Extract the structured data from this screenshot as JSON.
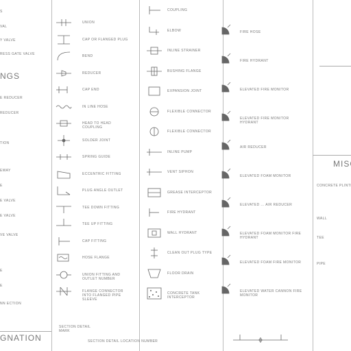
{
  "colors": {
    "line": "#666666",
    "text": "#777777",
    "background": "#ffffff"
  },
  "headings": {
    "fittings": "NGS",
    "misc": "MISC",
    "designation": "GNATION"
  },
  "col0": [
    {
      "label": "S"
    },
    {
      "label": "VAL"
    },
    {
      "label": "Y VALVE"
    },
    {
      "label": "RESS GATE VALVE"
    },
    {
      "label": "E REDUCER"
    },
    {
      "label": "REDUCER"
    },
    {
      "label": "TION"
    },
    {
      "label": "EWAY"
    },
    {
      "label": "E"
    },
    {
      "label": "E VALVE"
    },
    {
      "label": "E VALVE"
    },
    {
      "label": "VE VALVE"
    },
    {
      "label": "E"
    },
    {
      "label": "E"
    },
    {
      "label": "NN ECTION"
    }
  ],
  "col1": [
    {
      "label": "UNION",
      "sym": "union"
    },
    {
      "label": "CAP OR FLANGED PLUG",
      "sym": "cap"
    },
    {
      "label": "BEND",
      "sym": "bend"
    },
    {
      "label": "REDUCER",
      "sym": "reducer"
    },
    {
      "label": "CAP END",
      "sym": "capend"
    },
    {
      "label": "IN LINE HOSE",
      "sym": "hose"
    },
    {
      "label": "HEAD TO HEAD COUPLING",
      "sym": "coupling"
    },
    {
      "label": "SOLDER JOINT",
      "sym": "solder"
    },
    {
      "label": "SPRING GUIDE",
      "sym": "guide"
    },
    {
      "label": "ECCENTRIC FITTING",
      "sym": "eccentric"
    },
    {
      "label": "PLUG ANGLE OUTLET",
      "sym": "angle"
    },
    {
      "label": "TEE DOWN FITTING",
      "sym": "teedown"
    },
    {
      "label": "TEE UP FITTING",
      "sym": "teeup"
    },
    {
      "label": "CAP FITTING",
      "sym": "cap2"
    },
    {
      "label": "HOSE FLANGE",
      "sym": "hoseflange"
    },
    {
      "label": "UNION FITTING AND OUTLET NUMBER",
      "sym": "outlet"
    },
    {
      "label": "FLANGE CONNECTOR INTO FLANGED PIPE SLEEVE",
      "sym": "flangeconn"
    }
  ],
  "col1_footer": "SECTION DETAIL MARK",
  "col1_footer2": "SECTION DETAIL LOCATION NUMBER",
  "col2": [
    {
      "label": "COUPLING",
      "sym": "coupling2"
    },
    {
      "label": "ELBOW",
      "sym": "elbow"
    },
    {
      "label": "INLINE STRAINER",
      "sym": "strainer"
    },
    {
      "label": "BUSHING FLANGE",
      "sym": "bushing"
    },
    {
      "label": "EXPANSION JOINT",
      "sym": "expansion"
    },
    {
      "label": "FLEXIBLE CONNECTOR",
      "sym": "flex"
    },
    {
      "label": "FLEXIBLE CONNECTOR",
      "sym": "flex2"
    },
    {
      "label": "INLINE PUMP",
      "sym": "pump"
    },
    {
      "label": "VENT SIPHON",
      "sym": "vent"
    },
    {
      "label": "GREASE INTERCEPTOR",
      "sym": "grease"
    },
    {
      "label": "FIRE HYDRANT",
      "sym": "hydrant"
    },
    {
      "label": "WALL HYDRANT",
      "sym": "wallhydrant"
    },
    {
      "label": "CLEAN OUT PLUG TYPE",
      "sym": "cleanout"
    },
    {
      "label": "FLOOR DRAIN",
      "sym": "drain"
    },
    {
      "label": "CONCRETE TANK INTERCEPTOR",
      "sym": "tank"
    }
  ],
  "col3": [
    {
      "label": "FIRE HOSE"
    },
    {
      "label": "FIRE HYDRANT"
    },
    {
      "label": "ELEVATED FIRE MONITOR"
    },
    {
      "label": "ELEVATED FIRE MONITOR HYDRANT"
    },
    {
      "label": "AIR REDUCER"
    },
    {
      "label": "ELEVATED FOAM MONITOR"
    },
    {
      "label": "ELEVATED ... AIR REDUCER"
    },
    {
      "label": "ELEVATED FOAM MONITOR FIRE HYDRANT"
    },
    {
      "label": "ELEVATED FOAM FIRE MONITOR"
    },
    {
      "label": "ELEVATED WATER CANNON FIRE MONITOR"
    }
  ],
  "col4": [
    {
      "label": "CONCRETE PLINTH"
    },
    {
      "label": "WALL"
    },
    {
      "label": "TEE"
    },
    {
      "label": "PIPE"
    }
  ]
}
